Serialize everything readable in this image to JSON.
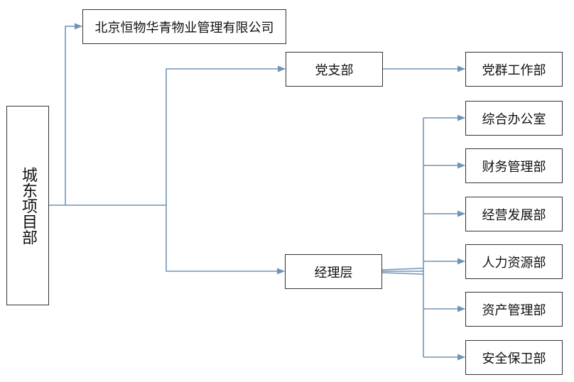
{
  "nodes": {
    "root": "城东项目部",
    "company": "北京恒物华青物业管理有限公司",
    "party_branch": "党支部",
    "mass_work": "党群工作部",
    "management": "经理层",
    "departments": [
      "综合办公室",
      "财务管理部",
      "经营发展部",
      "人力资源部",
      "资产管理部",
      "安全保卫部"
    ]
  },
  "colors": {
    "connector": "#6f94b8",
    "border": "#333333",
    "text": "#111111"
  }
}
